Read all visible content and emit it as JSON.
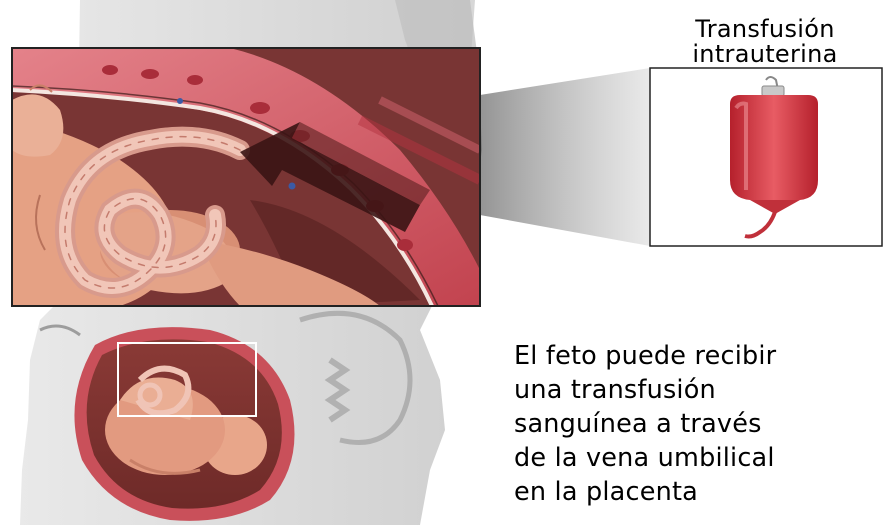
{
  "inset": {
    "title_line1": "Transfusión",
    "title_line2": "intrauterina",
    "icon": "blood-bag-icon"
  },
  "caption": {
    "lines": [
      "El feto puede recibir",
      "una transfusión",
      "sanguínea a través",
      "de la vena umbilical",
      "en la placenta"
    ]
  },
  "colors": {
    "uterus_wall": "#c9505a",
    "fetus_skin": "#e8a68a",
    "umbilical_cord": "#e5b3a5",
    "blood": "#d9343e",
    "pointer": "#3a1414",
    "outline": "#222222"
  }
}
